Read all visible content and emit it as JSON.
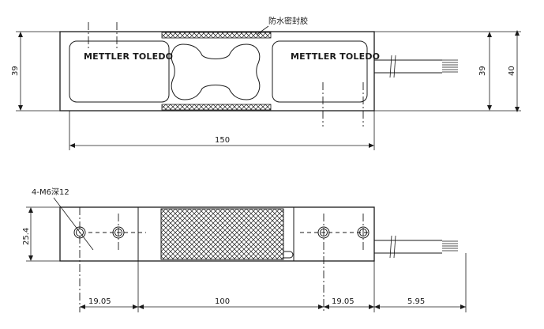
{
  "top_view": {
    "brand_left": "METTLER TOLEDO",
    "brand_right": "METTLER TOLEDO",
    "sealant_note": "防水密封胶",
    "dim_length": "150",
    "dim_height_left": "39",
    "dim_height_right_inner": "39",
    "dim_height_right_outer": "40"
  },
  "bottom_view": {
    "hole_note": "4-M6深12",
    "dim_width": "25.4",
    "dim_hole_pitch_left": "19.05",
    "dim_center": "100",
    "dim_hole_pitch_right": "19.05",
    "dim_cable": "5.95"
  }
}
